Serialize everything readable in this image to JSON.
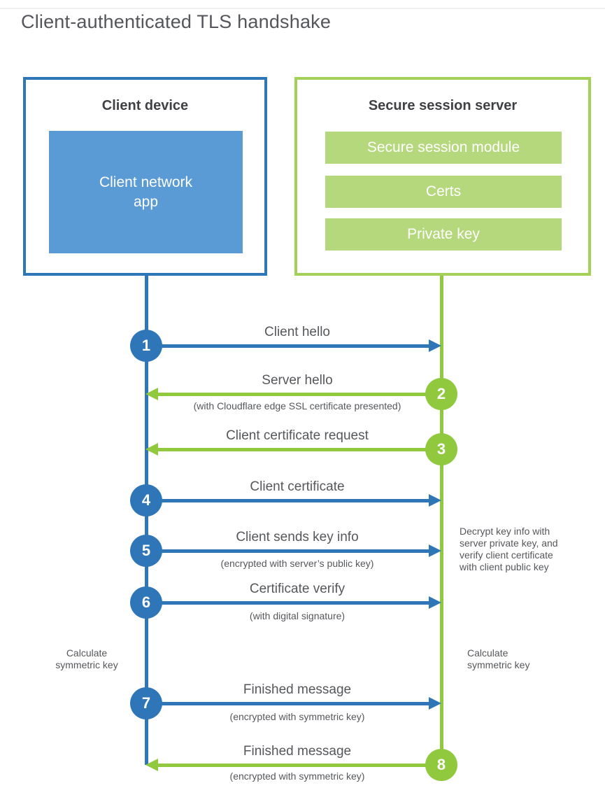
{
  "title": "Client-authenticated TLS handshake",
  "colors": {
    "blue_accent": "#2e76b8",
    "blue_fill": "#5b9bd5",
    "green_accent": "#90c83e",
    "green_border": "#a3d157",
    "green_fill": "#b6d87c",
    "heading_text": "#3f4145",
    "label_text": "#55575b"
  },
  "client_box": {
    "title": "Client device",
    "app_label": "Client network\napp"
  },
  "server_box": {
    "title": "Secure session server",
    "modules": [
      "Secure session module",
      "Certs",
      "Private key"
    ]
  },
  "steps": [
    {
      "num": "1",
      "label": "Client hello",
      "sub": "",
      "from": "client",
      "to": "server"
    },
    {
      "num": "2",
      "label": "Server hello",
      "sub": "(with Cloudflare edge SSL certificate presented)",
      "from": "server",
      "to": "client"
    },
    {
      "num": "3",
      "label": "Client certificate request",
      "sub": "",
      "from": "server",
      "to": "client"
    },
    {
      "num": "4",
      "label": "Client certificate",
      "sub": "",
      "from": "client",
      "to": "server"
    },
    {
      "num": "5",
      "label": "Client sends key info",
      "sub": "(encrypted with server’s public key)",
      "from": "client",
      "to": "server"
    },
    {
      "num": "6",
      "label": "Certificate verify",
      "sub": "(with digital signature)",
      "from": "client",
      "to": "server"
    },
    {
      "num": "7",
      "label": "Finished message",
      "sub": "(encrypted with symmetric key)",
      "from": "client",
      "to": "server"
    },
    {
      "num": "8",
      "label": "Finished message",
      "sub": "(encrypted with symmetric key)",
      "from": "server",
      "to": "client"
    }
  ],
  "annotations": {
    "server_note": "Decrypt key info with\nserver private key, and\nverify client certificate\nwith client public key",
    "client_calc": "Calculate\nsymmetric key",
    "server_calc": "Calculate\nsymmetric key"
  }
}
